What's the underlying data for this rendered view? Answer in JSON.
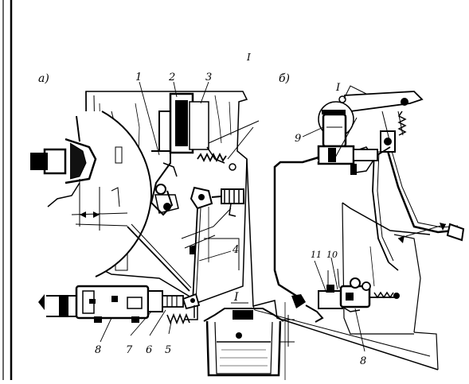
{
  "figure": {
    "part_a_label": "а)",
    "part_b_label": "б)",
    "top_mark": "I",
    "detail_label": "I",
    "part_b_detail_label": "I"
  },
  "callouts_a": [
    "1",
    "2",
    "3",
    "4",
    "5",
    "6",
    "7",
    "8"
  ],
  "callouts_b": [
    "9",
    "10",
    "11",
    "8"
  ]
}
